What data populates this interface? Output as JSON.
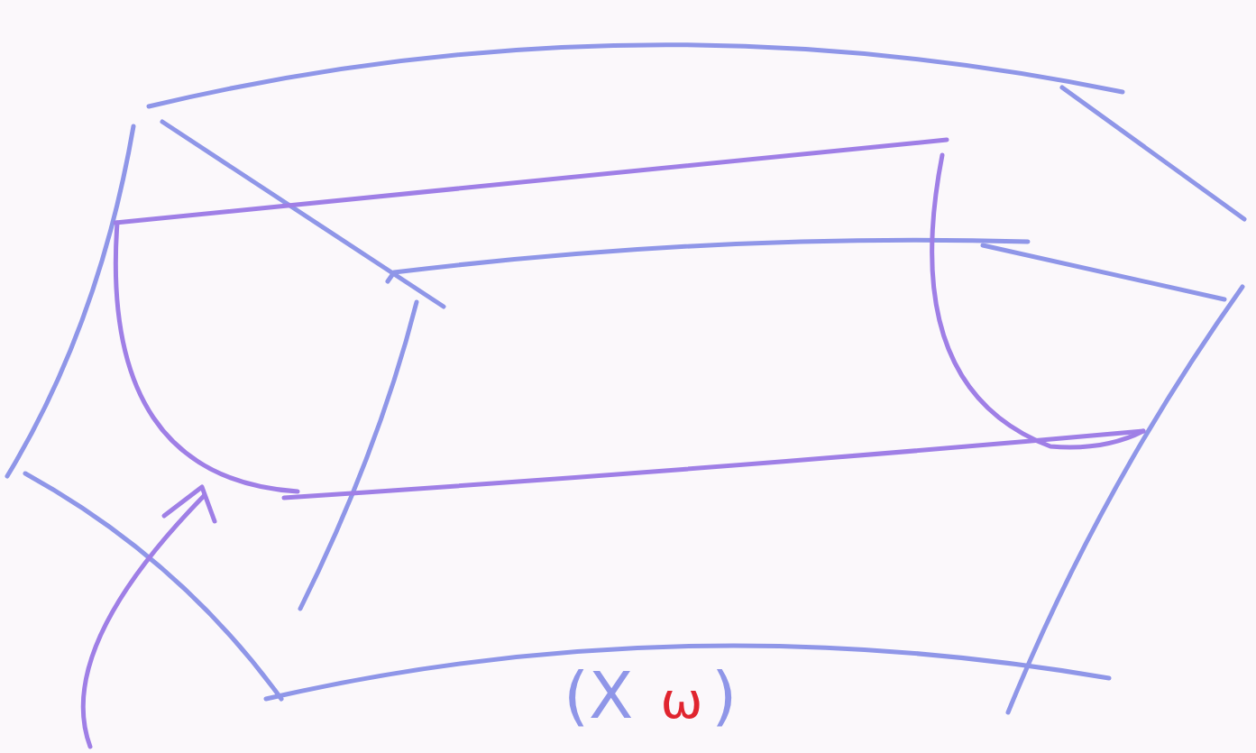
{
  "diagram": {
    "labels": [
      "(X",
      "ω",
      ")"
    ]
  }
}
